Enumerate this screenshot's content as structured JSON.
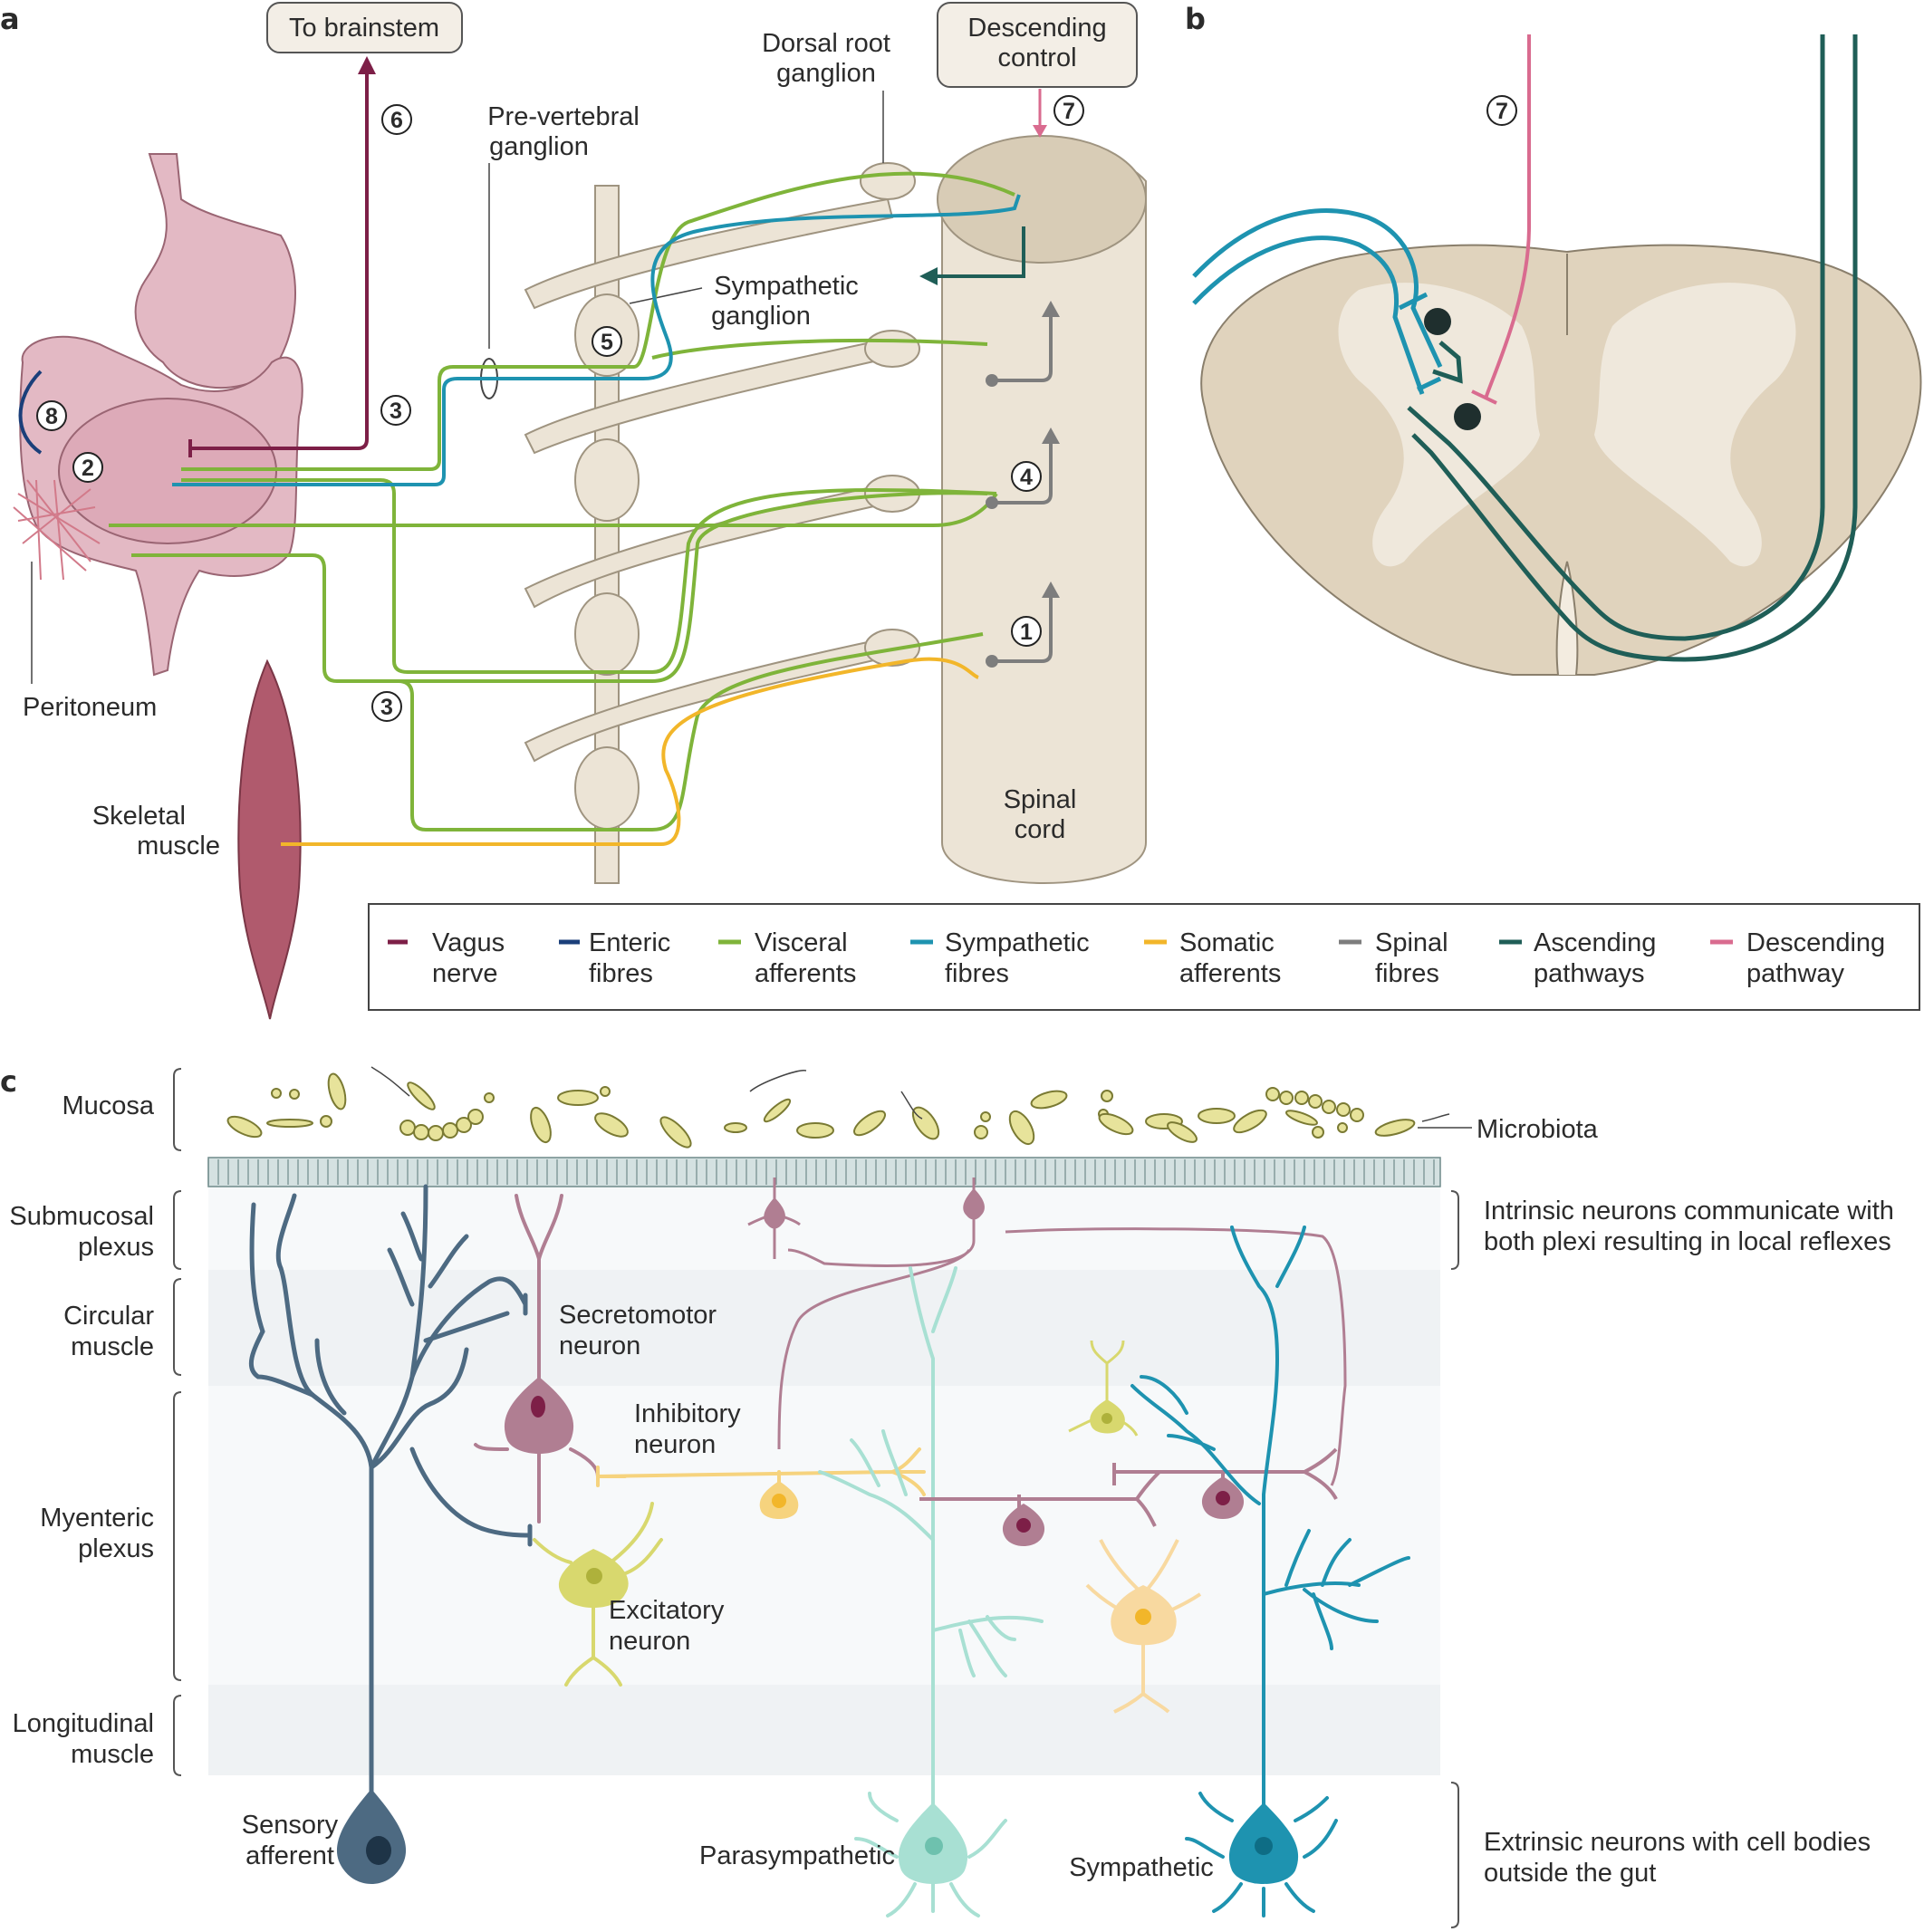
{
  "panels": {
    "a": "a",
    "b": "b",
    "c": "c"
  },
  "panel_a": {
    "to_brainstem": "To brainstem",
    "descending_control": [
      "Descending",
      "control"
    ],
    "dorsal_root_ganglion": [
      "Dorsal root",
      "ganglion"
    ],
    "prevertebral_ganglion": [
      "Pre-vertebral",
      "ganglion"
    ],
    "sympathetic_ganglion": [
      "Sympathetic",
      "ganglion"
    ],
    "spinal_cord": [
      "Spinal",
      "cord"
    ],
    "peritoneum": "Peritoneum",
    "skeletal_muscle": [
      "Skeletal",
      "muscle"
    ],
    "markers": [
      "6",
      "7",
      "5",
      "3",
      "8",
      "2",
      "4",
      "1",
      "3"
    ]
  },
  "legend": [
    {
      "name": [
        "Vagus",
        "nerve"
      ],
      "color": "#7d1f47"
    },
    {
      "name": [
        "Enteric",
        "fibres"
      ],
      "color": "#1b3f7a"
    },
    {
      "name": [
        "Visceral",
        "afferents"
      ],
      "color": "#7fb43a"
    },
    {
      "name": [
        "Sympathetic",
        "fibres"
      ],
      "color": "#1e93b0"
    },
    {
      "name": [
        "Somatic",
        "afferents"
      ],
      "color": "#f2b62a"
    },
    {
      "name": [
        "Spinal",
        "fibres"
      ],
      "color": "#7d7d7d"
    },
    {
      "name": [
        "Ascending",
        "pathways"
      ],
      "color": "#1f5e57"
    },
    {
      "name": [
        "Descending",
        "pathway"
      ],
      "color": "#d96b8f"
    }
  ],
  "panel_b": {
    "marker": "7"
  },
  "panel_c": {
    "layers": {
      "mucosa": "Mucosa",
      "submucosal": [
        "Submucosal",
        "plexus"
      ],
      "circular": [
        "Circular",
        "muscle"
      ],
      "myenteric": [
        "Myenteric",
        "plexus"
      ],
      "longitudinal": [
        "Longitudinal",
        "muscle"
      ]
    },
    "microbiota": "Microbiota",
    "intrinsic_note": [
      "Intrinsic neurons communicate with",
      "both plexi resulting in local  reflexes"
    ],
    "extrinsic_note": [
      "Extrinsic neurons with cell bodies",
      "outside the gut"
    ],
    "secretomotor": [
      "Secretomotor",
      "neuron"
    ],
    "inhibitory": [
      "Inhibitory",
      "neuron"
    ],
    "excitatory": [
      "Excitatory",
      "neuron"
    ],
    "sensory": [
      "Sensory",
      "afferent"
    ],
    "parasympathetic": "Parasympathetic",
    "sympathetic": "Sympathetic"
  }
}
